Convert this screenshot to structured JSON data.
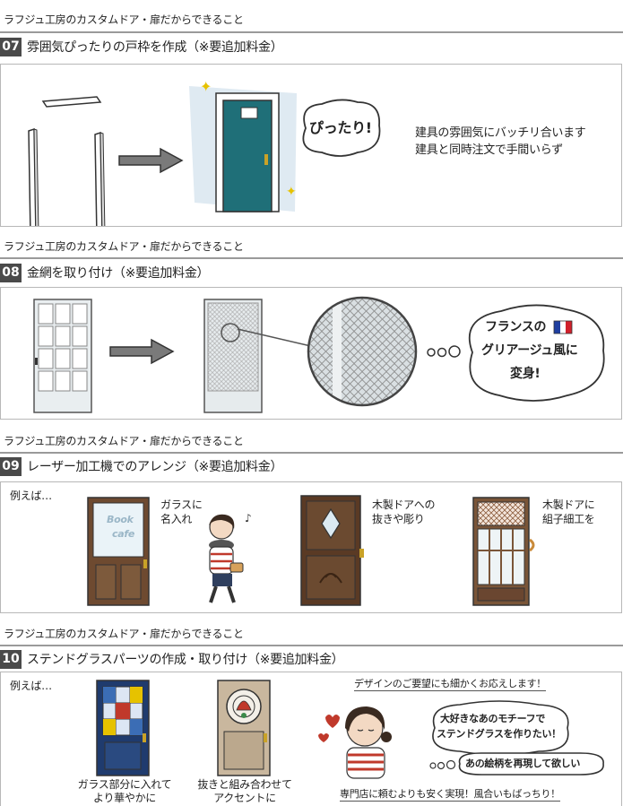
{
  "caption": "ラフジュ工房のカスタムドア・扉だからできること",
  "s07": {
    "num": "07",
    "title": "雰囲気ぴったりの戸枠を作成（※要追加料金）",
    "bubble": "ぴったり!",
    "desc1": "建具の雰囲気にバッチリ合います",
    "desc2": "建具と同時注文で手間いらず"
  },
  "s08": {
    "num": "08",
    "title": "金網を取り付け（※要追加料金）",
    "bubble1": "フランスの",
    "bubble2": "グリアージュ風に",
    "bubble3": "変身!"
  },
  "s09": {
    "num": "09",
    "title": "レーザー加工機でのアレンジ（※要追加料金）",
    "example": "例えば…",
    "glass_cafe_text1": "Book",
    "glass_cafe_text2": "cafe",
    "label1a": "ガラスに",
    "label1b": "名入れ",
    "label2a": "木製ドアへの",
    "label2b": "抜きや彫り",
    "label3a": "木製ドアに",
    "label3b": "組子細工を"
  },
  "s10": {
    "num": "10",
    "title": "ステンドグラスパーツの作成・取り付け（※要追加料金）",
    "example": "例えば…",
    "top_note": "デザインのご要望にも細かくお応えします！",
    "bubble1a": "大好きなあのモチーフで",
    "bubble1b": "ステンドグラスを作りたい！",
    "bubble2": "あの絵柄を再現して欲しい",
    "label1a": "ガラス部分に入れて",
    "label1b": "より華やかに",
    "label2a": "抜きと組み合わせて",
    "label2b": "アクセントに",
    "bottom_note": "専門店に頼むよりも安く実現！風合いもばっちり！"
  }
}
